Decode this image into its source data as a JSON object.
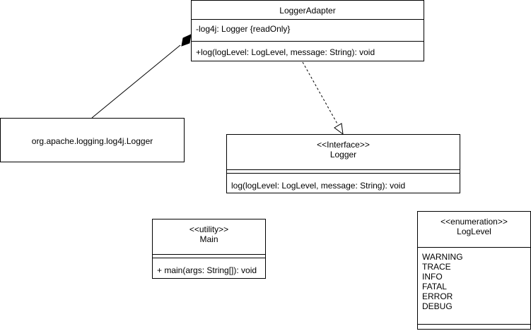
{
  "classes": {
    "logger_adapter": {
      "name": "LoggerAdapter",
      "attribute": "-log4j: Logger {readOnly}",
      "method": "+log(logLevel: LogLevel, message: String): void"
    },
    "log4j_logger": {
      "name": "org.apache.logging.log4j.Logger"
    },
    "logger_interface": {
      "stereotype": "<<Interface>>",
      "name": "Logger",
      "method": "log(logLevel: LogLevel, message: String): void"
    },
    "main": {
      "stereotype": "<<utility>>",
      "name": "Main",
      "method": "+ main(args: String[]): void"
    },
    "log_level": {
      "stereotype": "<<enumeration>>",
      "name": "LogLevel",
      "values": [
        "WARNING",
        "TRACE",
        "INFO",
        "FATAL",
        "ERROR",
        "DEBUG"
      ]
    }
  },
  "relations": [
    {
      "type": "composition",
      "from": "LoggerAdapter",
      "to": "org.apache.logging.log4j.Logger"
    },
    {
      "type": "realization",
      "from": "LoggerAdapter",
      "to": "Logger"
    }
  ]
}
